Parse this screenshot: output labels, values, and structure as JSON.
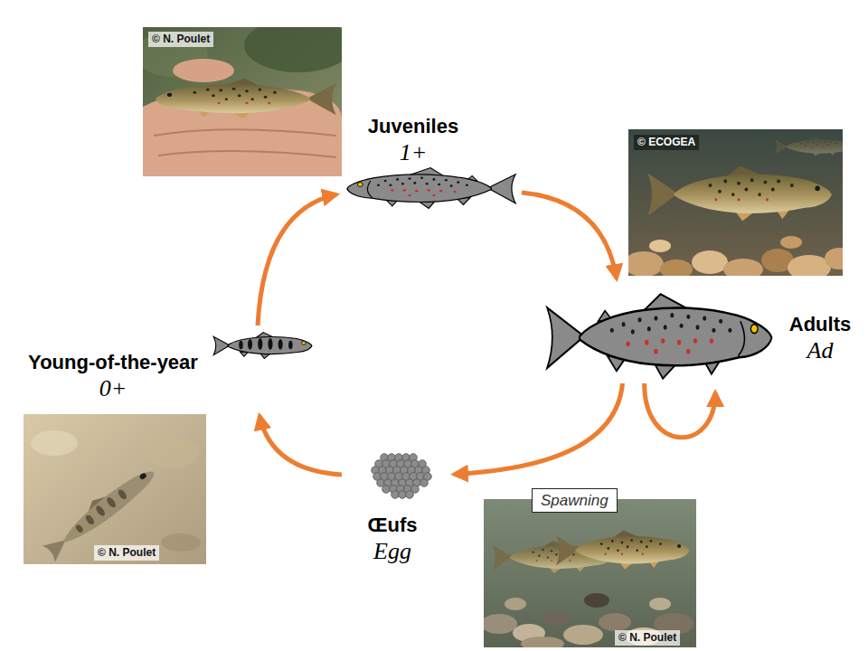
{
  "diagram": {
    "nodes": [
      {
        "text": [
          "Juveniles",
          "1+"
        ]
      },
      {
        "text": [
          "Adults",
          "Ad"
        ]
      },
      {
        "text": [
          "Young-of-the-year",
          "0+"
        ]
      },
      {
        "text": [
          "Spawning"
        ]
      },
      {
        "text": [
          "Œufs",
          "Egg"
        ]
      }
    ],
    "edges": [
      {
        "from": 2,
        "to": 0,
        "arrow": "to"
      },
      {
        "from": 0,
        "to": 1,
        "arrow": "to"
      },
      {
        "from": 1,
        "to": 4,
        "arrow": "to"
      },
      {
        "from": 4,
        "to": 2,
        "arrow": "to"
      },
      {
        "from": 1,
        "to": 1,
        "arrow": "to"
      }
    ],
    "labels": [
      "© N. Poulet",
      "© ECOGEA",
      "© N. Poulet",
      "© N. Poulet"
    ]
  }
}
